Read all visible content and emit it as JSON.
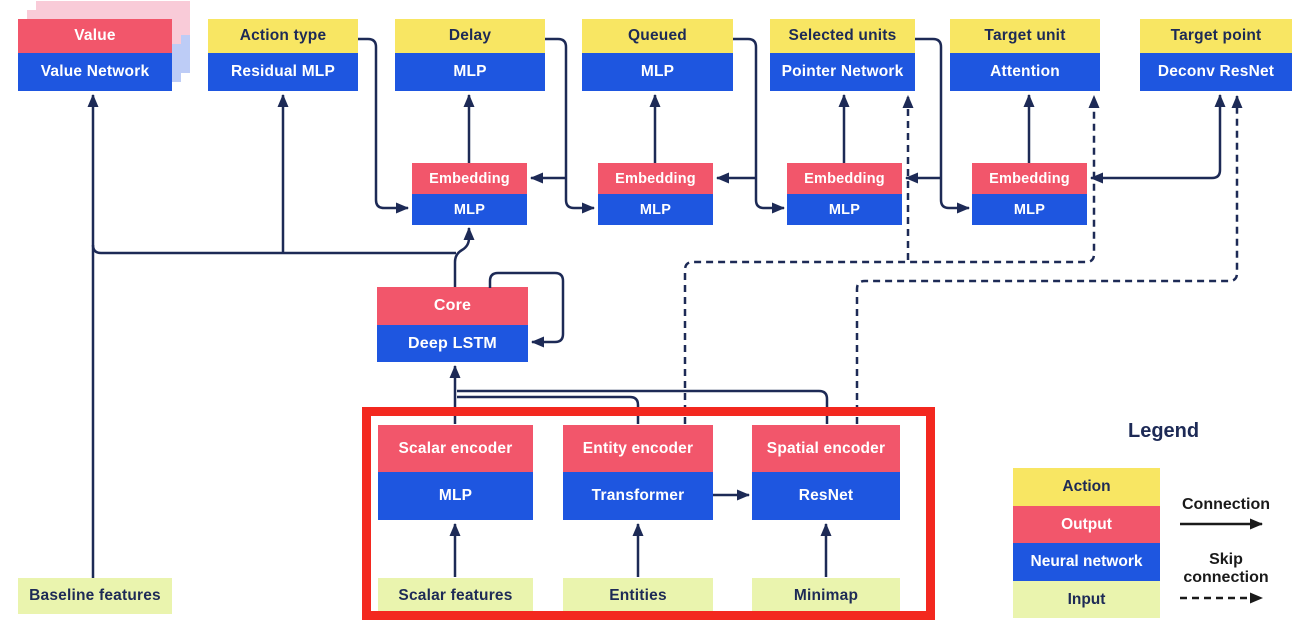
{
  "heads": [
    {
      "action": "Value",
      "network": "Value Network"
    },
    {
      "action": "Action type",
      "network": "Residual MLP"
    },
    {
      "action": "Delay",
      "network": "MLP"
    },
    {
      "action": "Queued",
      "network": "MLP"
    },
    {
      "action": "Selected units",
      "network": "Pointer Network"
    },
    {
      "action": "Target unit",
      "network": "Attention"
    },
    {
      "action": "Target point",
      "network": "Deconv ResNet"
    }
  ],
  "embeddings": [
    {
      "top": "Embedding",
      "bottom": "MLP"
    },
    {
      "top": "Embedding",
      "bottom": "MLP"
    },
    {
      "top": "Embedding",
      "bottom": "MLP"
    },
    {
      "top": "Embedding",
      "bottom": "MLP"
    }
  ],
  "core": {
    "top": "Core",
    "bottom": "Deep LSTM"
  },
  "encoders": [
    {
      "top": "Scalar encoder",
      "bottom": "MLP"
    },
    {
      "top": "Entity encoder",
      "bottom": "Transformer"
    },
    {
      "top": "Spatial encoder",
      "bottom": "ResNet"
    }
  ],
  "inputs": [
    {
      "label": "Baseline features"
    },
    {
      "label": "Scalar features"
    },
    {
      "label": "Entities"
    },
    {
      "label": "Minimap"
    }
  ],
  "legend": {
    "title": "Legend",
    "items": [
      {
        "label": "Action",
        "color": "#f8e663"
      },
      {
        "label": "Output",
        "color": "#f2566b"
      },
      {
        "label": "Neural network",
        "color": "#1e56e0"
      },
      {
        "label": "Input",
        "color": "#eaf4ae"
      }
    ],
    "connection_label": "Connection",
    "skip_label_line1": "Skip",
    "skip_label_line2": "connection"
  },
  "colors": {
    "action_yellow": "#f8e663",
    "output_pink": "#f2566b",
    "network_blue": "#1e56e0",
    "input_green": "#eaf4ae",
    "wire_navy": "#1d2a56",
    "highlight_red": "#f3281f"
  }
}
